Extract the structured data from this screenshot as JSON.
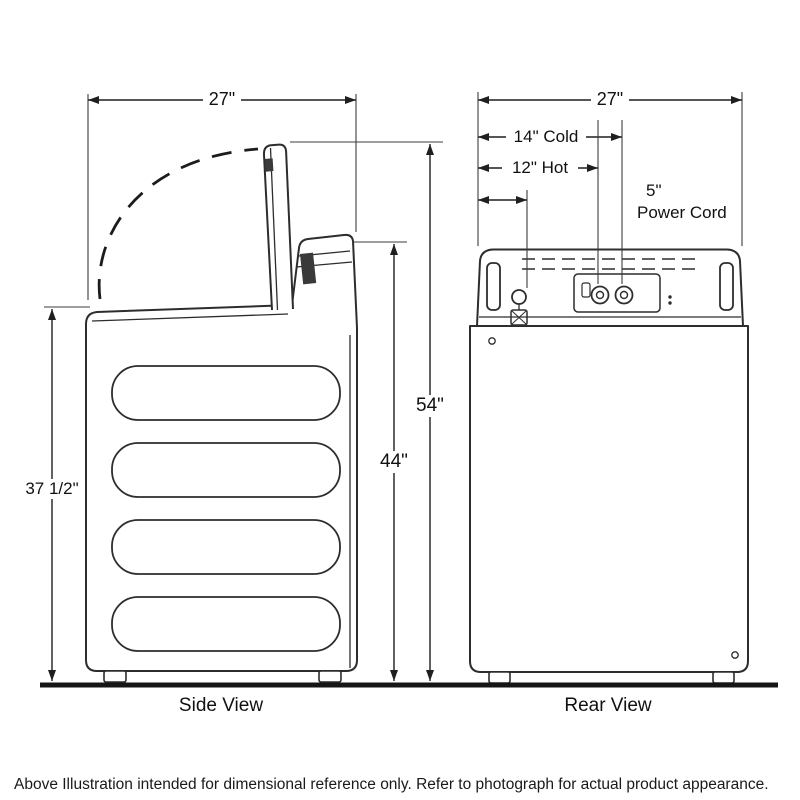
{
  "diagram": {
    "side_view": {
      "width": "27\"",
      "open_lid_height": "54\"",
      "console_height": "44\"",
      "body_height": "37 1/2\"",
      "caption": "Side View"
    },
    "rear_view": {
      "width": "27\"",
      "cold_hose": "14\" Cold",
      "hot_hose": "12\" Hot",
      "power_cord_length": "5\"",
      "power_cord_label": "Power Cord",
      "caption": "Rear View"
    },
    "footnote": "Above Illustration intended for dimensional reference only. Refer to photograph for actual product appearance."
  }
}
